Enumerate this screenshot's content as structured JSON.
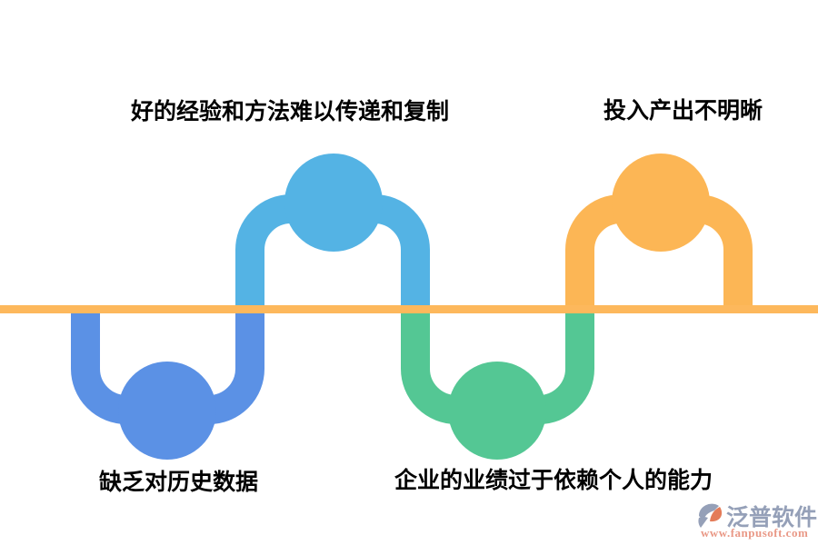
{
  "canvas": {
    "background": "#ffffff"
  },
  "diagram": {
    "type": "alternating-wave-timeline",
    "baseline_color": "#FDB85C",
    "items": [
      {
        "label": "缺乏对历史数据",
        "color": "#5B91E5",
        "side": "below-line",
        "shape": "circle-in-u"
      },
      {
        "label": "好的经验和方法难以传递和复制",
        "color": "#54B3E4",
        "side": "above-line",
        "shape": "circle-in-arch"
      },
      {
        "label": "企业的业绩过于依赖个人的能力",
        "color": "#54C794",
        "side": "below-line",
        "shape": "circle-in-u"
      },
      {
        "label": "投入产出不明晰",
        "color": "#FCB655",
        "side": "above-line",
        "shape": "circle-in-arch"
      }
    ]
  },
  "watermark": {
    "brand": "泛普软件",
    "url": "www.fanpusoft.com",
    "brand_color": "#8D99B3",
    "url_color": "#E8907C",
    "icon_gray": "#8D99B3",
    "icon_orange": "#E2714C"
  }
}
